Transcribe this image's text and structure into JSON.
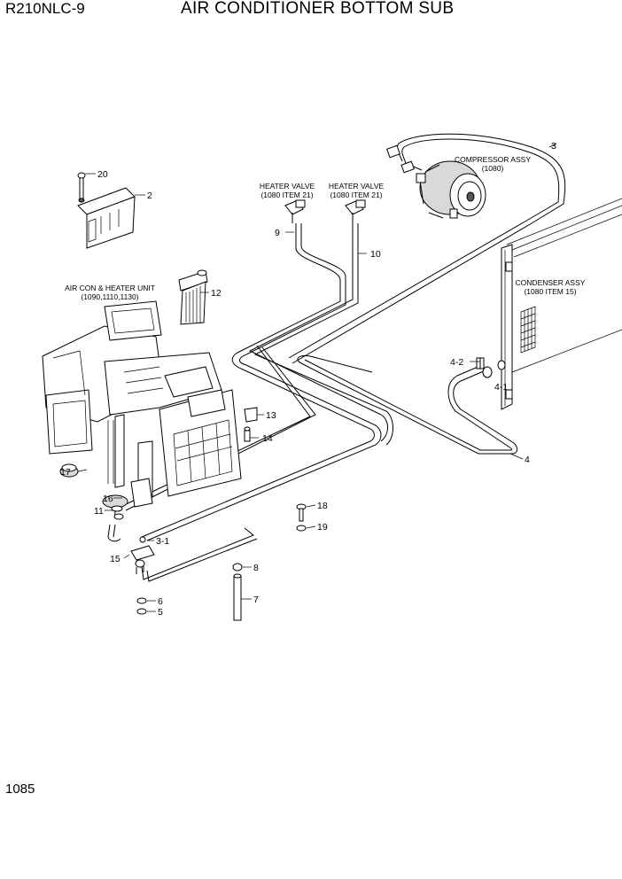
{
  "header": {
    "model": "R210NLC-9",
    "title": "AIR CONDITIONER BOTTOM SUB"
  },
  "page_number": "1085",
  "assemblies": {
    "compressor": [
      "COMPRESSOR ASSY",
      "(1080)"
    ],
    "condenser": [
      "CONDENSER ASSY",
      "(1080 ITEM 15)"
    ],
    "heater_valve_left": [
      "HEATER VALVE",
      "(1080 ITEM 21)"
    ],
    "heater_valve_right": [
      "HEATER VALVE",
      "(1080 ITEM 21)"
    ],
    "aircon_unit": [
      "AIR CON & HEATER UNIT",
      "(1090,1110,1130)"
    ]
  },
  "callouts": {
    "p20": "20",
    "p2": "2",
    "p3": "3",
    "p4": "4",
    "p4_1": "4-1",
    "p4_2": "4-2",
    "p5": "5",
    "p6": "6",
    "p7": "7",
    "p8": "8",
    "p9": "9",
    "p10": "10",
    "p11": "11",
    "p12": "12",
    "p13": "13",
    "p14": "14",
    "p15": "15",
    "p16": "16",
    "p17": "17",
    "p18": "18",
    "p19": "19",
    "p3_1": "3-1"
  }
}
